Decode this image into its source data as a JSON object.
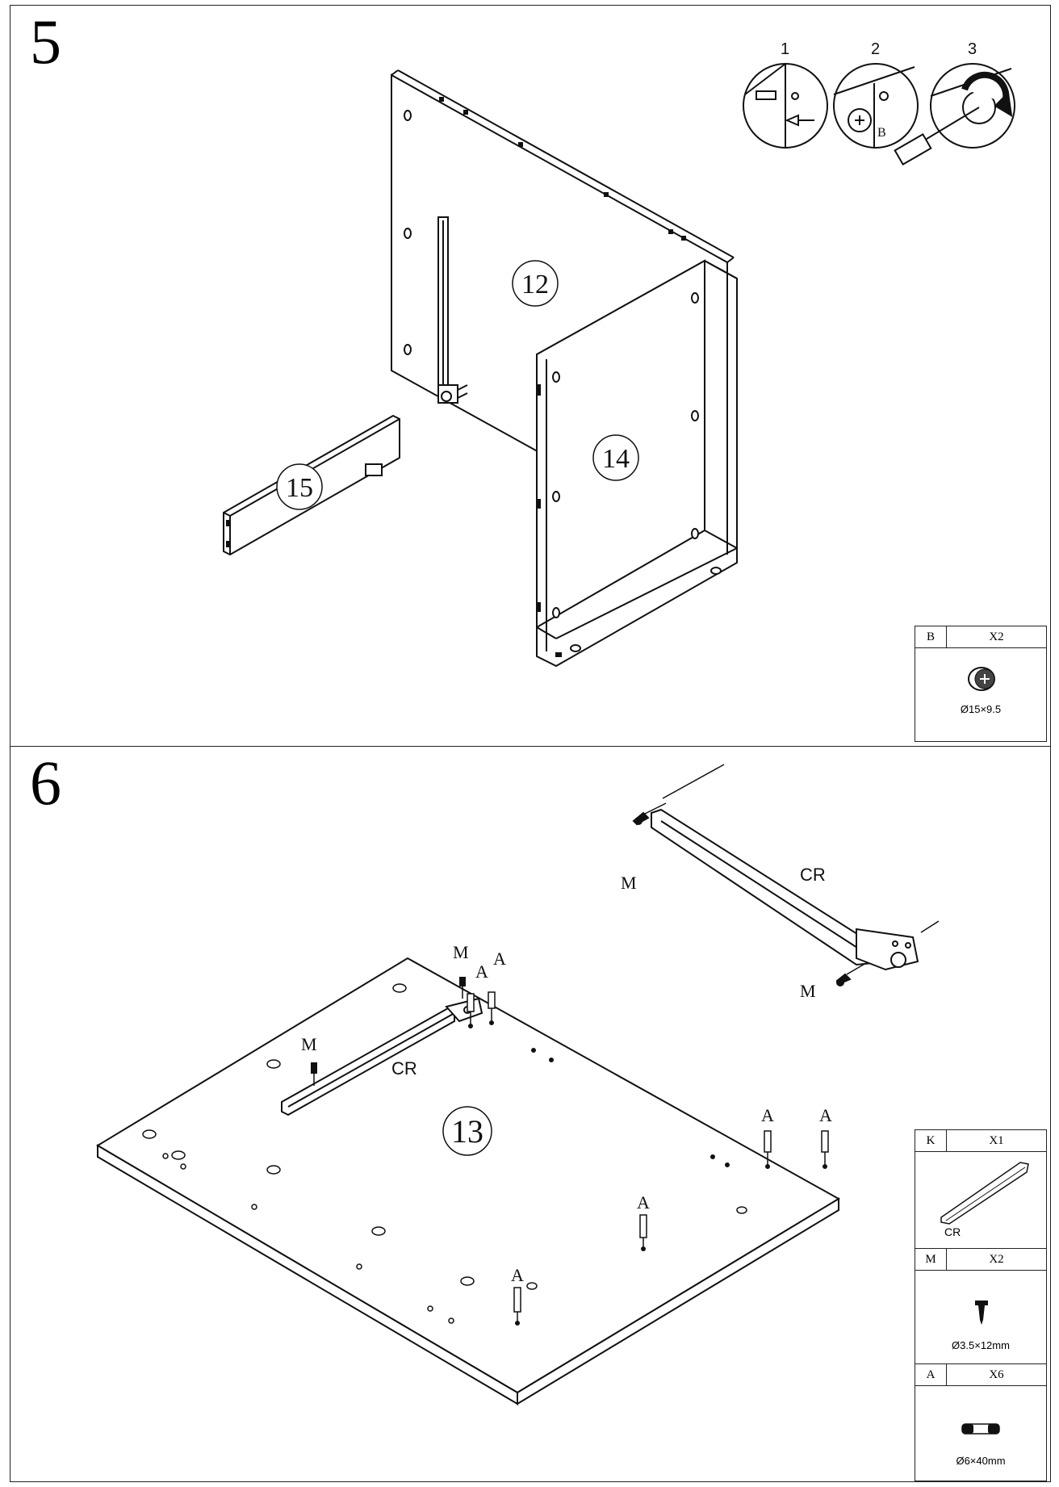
{
  "step5": {
    "number": "5",
    "detail_steps": [
      "1",
      "2",
      "3"
    ],
    "detail_part_label": "B",
    "parts": {
      "panel_12": "12",
      "panel_14": "14",
      "panel_15": "15"
    },
    "legend": {
      "code": "B",
      "qty": "X2",
      "dimension": "Ø15×9.5",
      "icon": "cam-lock-icon"
    }
  },
  "step6": {
    "number": "6",
    "labels": {
      "slide_top": "CR",
      "slide_board": "CR",
      "screw": "M",
      "dowel": "A"
    },
    "parts": {
      "panel_13": "13"
    },
    "legend": [
      {
        "code": "K",
        "qty": "X1",
        "dimension": "",
        "caption": "CR",
        "icon": "drawer-slide-icon"
      },
      {
        "code": "M",
        "qty": "X2",
        "dimension": "Ø3.5×12mm",
        "caption": "",
        "icon": "screw-icon"
      },
      {
        "code": "A",
        "qty": "X6",
        "dimension": "Ø6×40mm",
        "caption": "",
        "icon": "dowel-icon"
      }
    ]
  }
}
